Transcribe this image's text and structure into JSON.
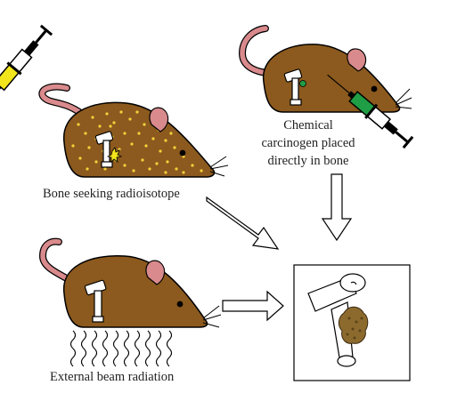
{
  "captions": {
    "radioisotope": "Bone seeking radioisotope",
    "chemical_line1": "Chemical",
    "chemical_line2": "carcinogen placed",
    "chemical_line3": "directly in bone",
    "external_beam": "External beam radiation"
  },
  "colors": {
    "mouse_body": "#8c5a1e",
    "mouse_outline": "#000000",
    "ear_and_tail": "#d98a8c",
    "isotope_dots": "#f2d23a",
    "syringe_yellow": "#f2e51c",
    "syringe_green": "#1f9e45",
    "tumor": "#8c6a2e",
    "bone": "#ffffff"
  },
  "icons": {
    "syringe": "syringe-icon",
    "mouse": "mouse-icon",
    "bone": "femur-bone-icon",
    "tumor": "bone-tumor-icon",
    "arrow": "hollow-arrow-icon",
    "radiation_waves": "wavy-radiation-icon"
  }
}
